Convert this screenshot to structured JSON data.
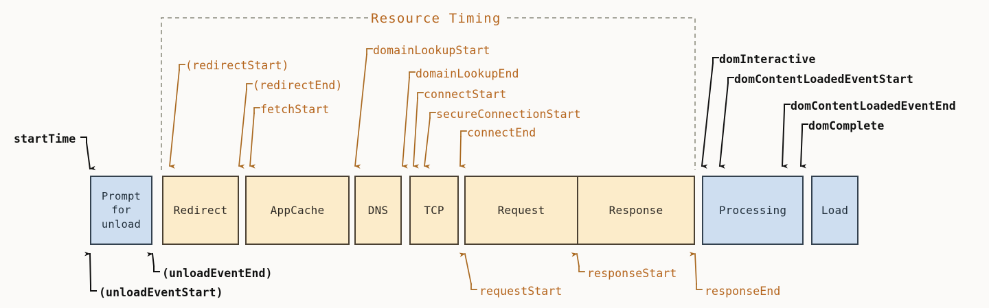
{
  "diagram": {
    "title": "Resource Timing",
    "bracket_label_color": "#b5651d",
    "network_phase_color": "#fcecca",
    "document_phase_color": "#cedef0",
    "orange_label_color": "#b5651d",
    "black_label_color": "#111111",
    "background_color": "#fbfaf8"
  },
  "phases": [
    {
      "label": "Prompt\nfor\nunload",
      "kind": "document"
    },
    {
      "label": "Redirect",
      "kind": "network"
    },
    {
      "label": "AppCache",
      "kind": "network"
    },
    {
      "label": "DNS",
      "kind": "network"
    },
    {
      "label": "TCP",
      "kind": "network"
    },
    {
      "label": "Request",
      "kind": "network"
    },
    {
      "label": "Response",
      "kind": "network"
    },
    {
      "label": "Processing",
      "kind": "document"
    },
    {
      "label": "Load",
      "kind": "document"
    }
  ],
  "labels_top_orange": [
    {
      "text": "(redirectStart)"
    },
    {
      "text": "(redirectEnd)"
    },
    {
      "text": "fetchStart"
    },
    {
      "text": "domainLookupStart"
    },
    {
      "text": "domainLookupEnd"
    },
    {
      "text": "connectStart"
    },
    {
      "text": "secureConnectionStart"
    },
    {
      "text": "connectEnd"
    }
  ],
  "labels_top_black": [
    {
      "text": "domInteractive"
    },
    {
      "text": "domContentLoadedEventStart"
    },
    {
      "text": "domContentLoadedEventEnd"
    },
    {
      "text": "domComplete"
    }
  ],
  "labels_left_black": [
    {
      "text": "startTime"
    }
  ],
  "labels_bottom_black": [
    {
      "text": "(unloadEventEnd)"
    },
    {
      "text": "(unloadEventStart)"
    }
  ],
  "labels_bottom_orange": [
    {
      "text": "responseStart"
    },
    {
      "text": "requestStart"
    },
    {
      "text": "responseEnd"
    }
  ]
}
